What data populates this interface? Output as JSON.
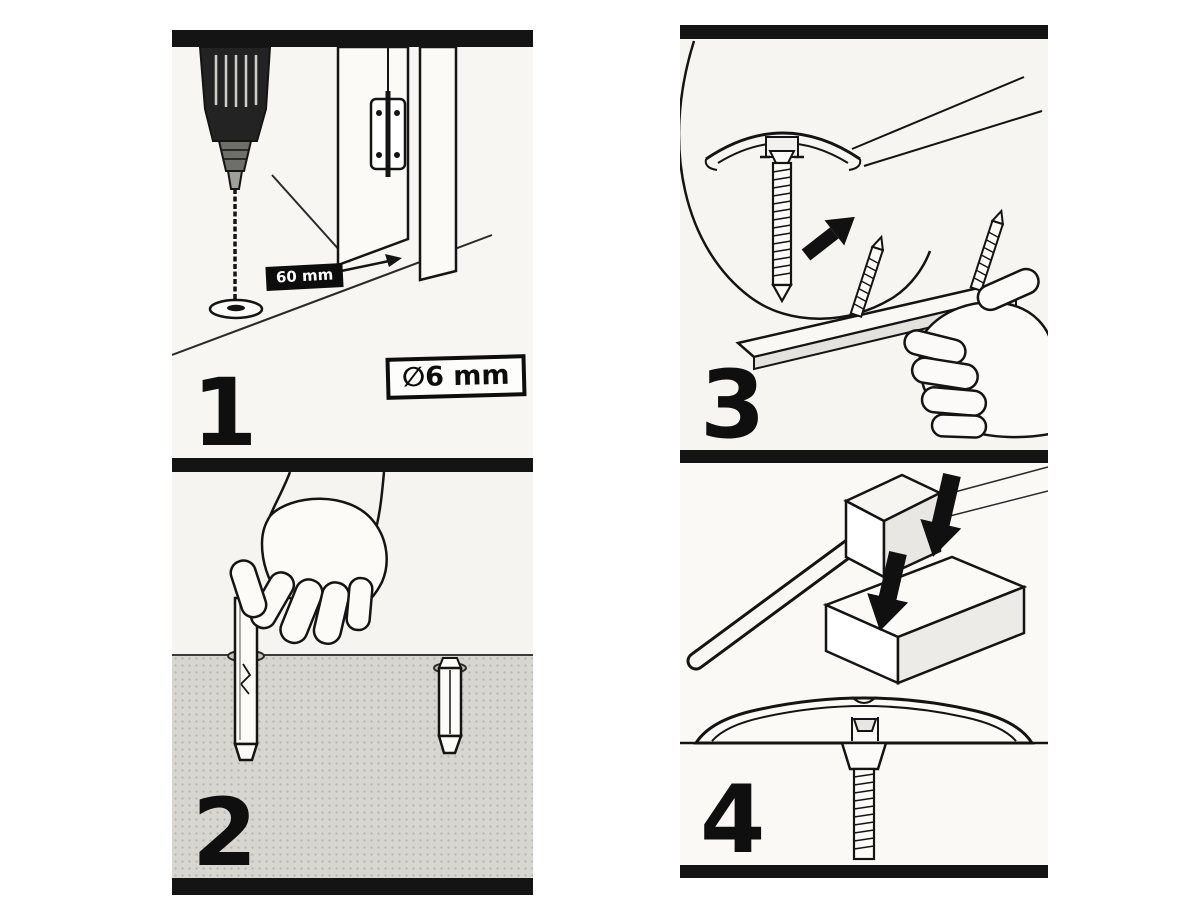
{
  "colors": {
    "bar": "#141414",
    "line": "#141414",
    "floor_gray": "#d7d6d1",
    "paper": "#f7f6f3"
  },
  "steps": {
    "step1": {
      "number": "1",
      "depth_label": "60 mm",
      "diameter_label": "∅6 mm"
    },
    "step2": {
      "number": "2"
    },
    "step3": {
      "number": "3"
    },
    "step4": {
      "number": "4"
    }
  },
  "illustrations": {
    "step1": [
      "drill",
      "hinge",
      "furniture-panels",
      "drilled-hole",
      "measurement-arrow"
    ],
    "step2": [
      "hand-inserting-dowel",
      "wall-plug",
      "floor-surface"
    ],
    "step3": [
      "profile-cross-section-with-screw",
      "direction-arrow",
      "hand-holding-strip",
      "strip-screws"
    ],
    "step4": [
      "mallet",
      "tapping-block",
      "down-arrows",
      "threshold-profile-on-floor",
      "anchor-screw"
    ]
  }
}
